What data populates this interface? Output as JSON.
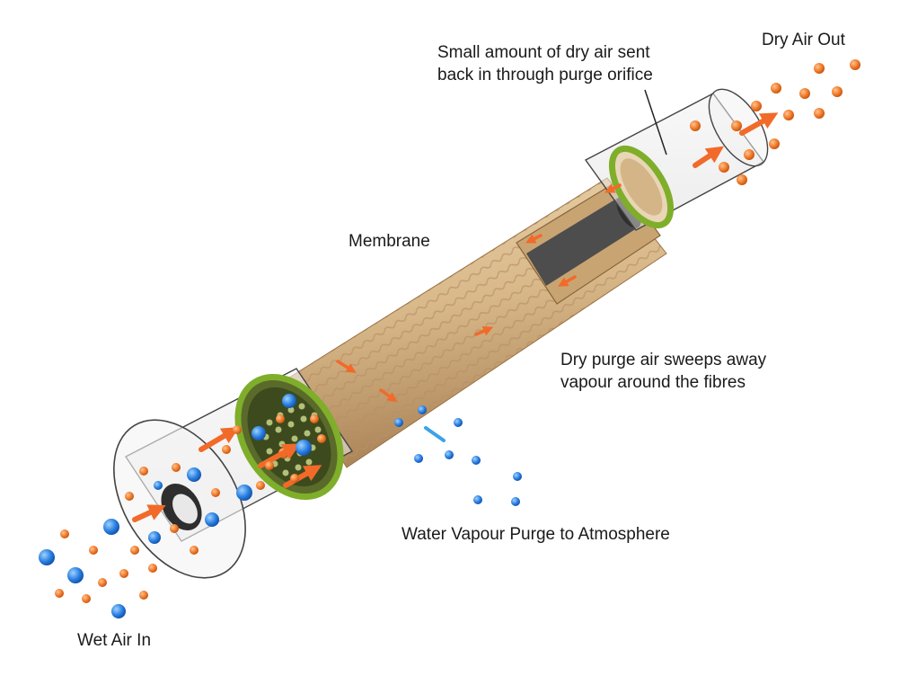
{
  "labels": {
    "purge_orifice": [
      "Small amount of dry air sent",
      "back in through purge orifice"
    ],
    "dry_air_out": "Dry Air Out",
    "membrane": "Membrane",
    "sweep": [
      "Dry purge air sweeps away",
      "vapour around the fibres"
    ],
    "vapour_purge": "Water Vapour Purge to Atmosphere",
    "wet_air_in": "Wet Air In"
  },
  "colors": {
    "water_molecule": "#2a7fe0",
    "air_molecule": "#f07a2a",
    "flow_arrow": "#f26a2a",
    "membrane_fill": "#d9b98a",
    "membrane_stripe": "#b89066",
    "seal_ring": "#7fae2a",
    "housing": "#444444",
    "fibre_face": "#4a5a2a"
  },
  "icons": {
    "water": "water-molecule-icon",
    "air": "air-molecule-icon",
    "arrow": "flow-arrow-icon"
  }
}
